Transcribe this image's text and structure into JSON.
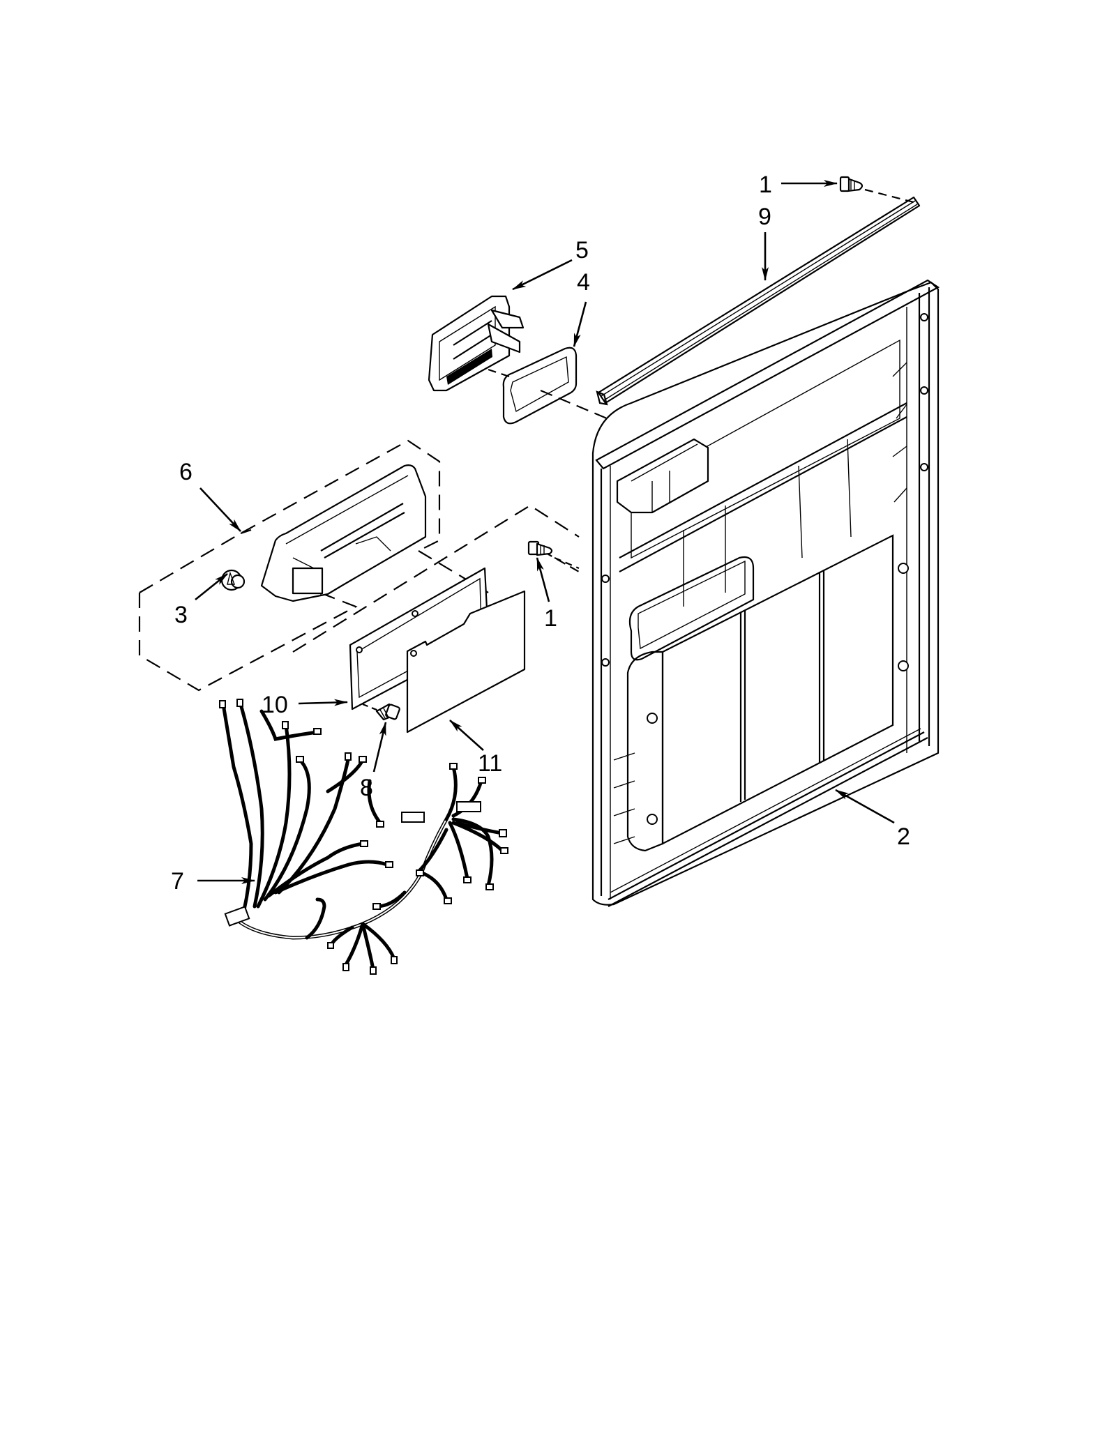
{
  "diagram": {
    "type": "exploded-parts-view",
    "subject": "dishwasher inner door panel and control components",
    "background": "#ffffff",
    "ink": "#000000",
    "callouts": [
      {
        "id": "c1a",
        "label": "1",
        "part": "screw (top, rail)"
      },
      {
        "id": "c9",
        "label": "9",
        "part": "top door rail / trim strip"
      },
      {
        "id": "c5",
        "label": "5",
        "part": "dispenser / vent module"
      },
      {
        "id": "c4",
        "label": "4",
        "part": "vent gasket"
      },
      {
        "id": "c6",
        "label": "6",
        "part": "control / user-interface assembly (dashed group)"
      },
      {
        "id": "c3",
        "label": "3",
        "part": "knob / button"
      },
      {
        "id": "c1b",
        "label": "1",
        "part": "screw (mid, door)"
      },
      {
        "id": "c10",
        "label": "10",
        "part": "gasket / frame plate"
      },
      {
        "id": "c8",
        "label": "8",
        "part": "screw"
      },
      {
        "id": "c11",
        "label": "11",
        "part": "insulation / cover panel"
      },
      {
        "id": "c7",
        "label": "7",
        "part": "wire harness"
      },
      {
        "id": "c2",
        "label": "2",
        "part": "inner door panel"
      }
    ]
  }
}
